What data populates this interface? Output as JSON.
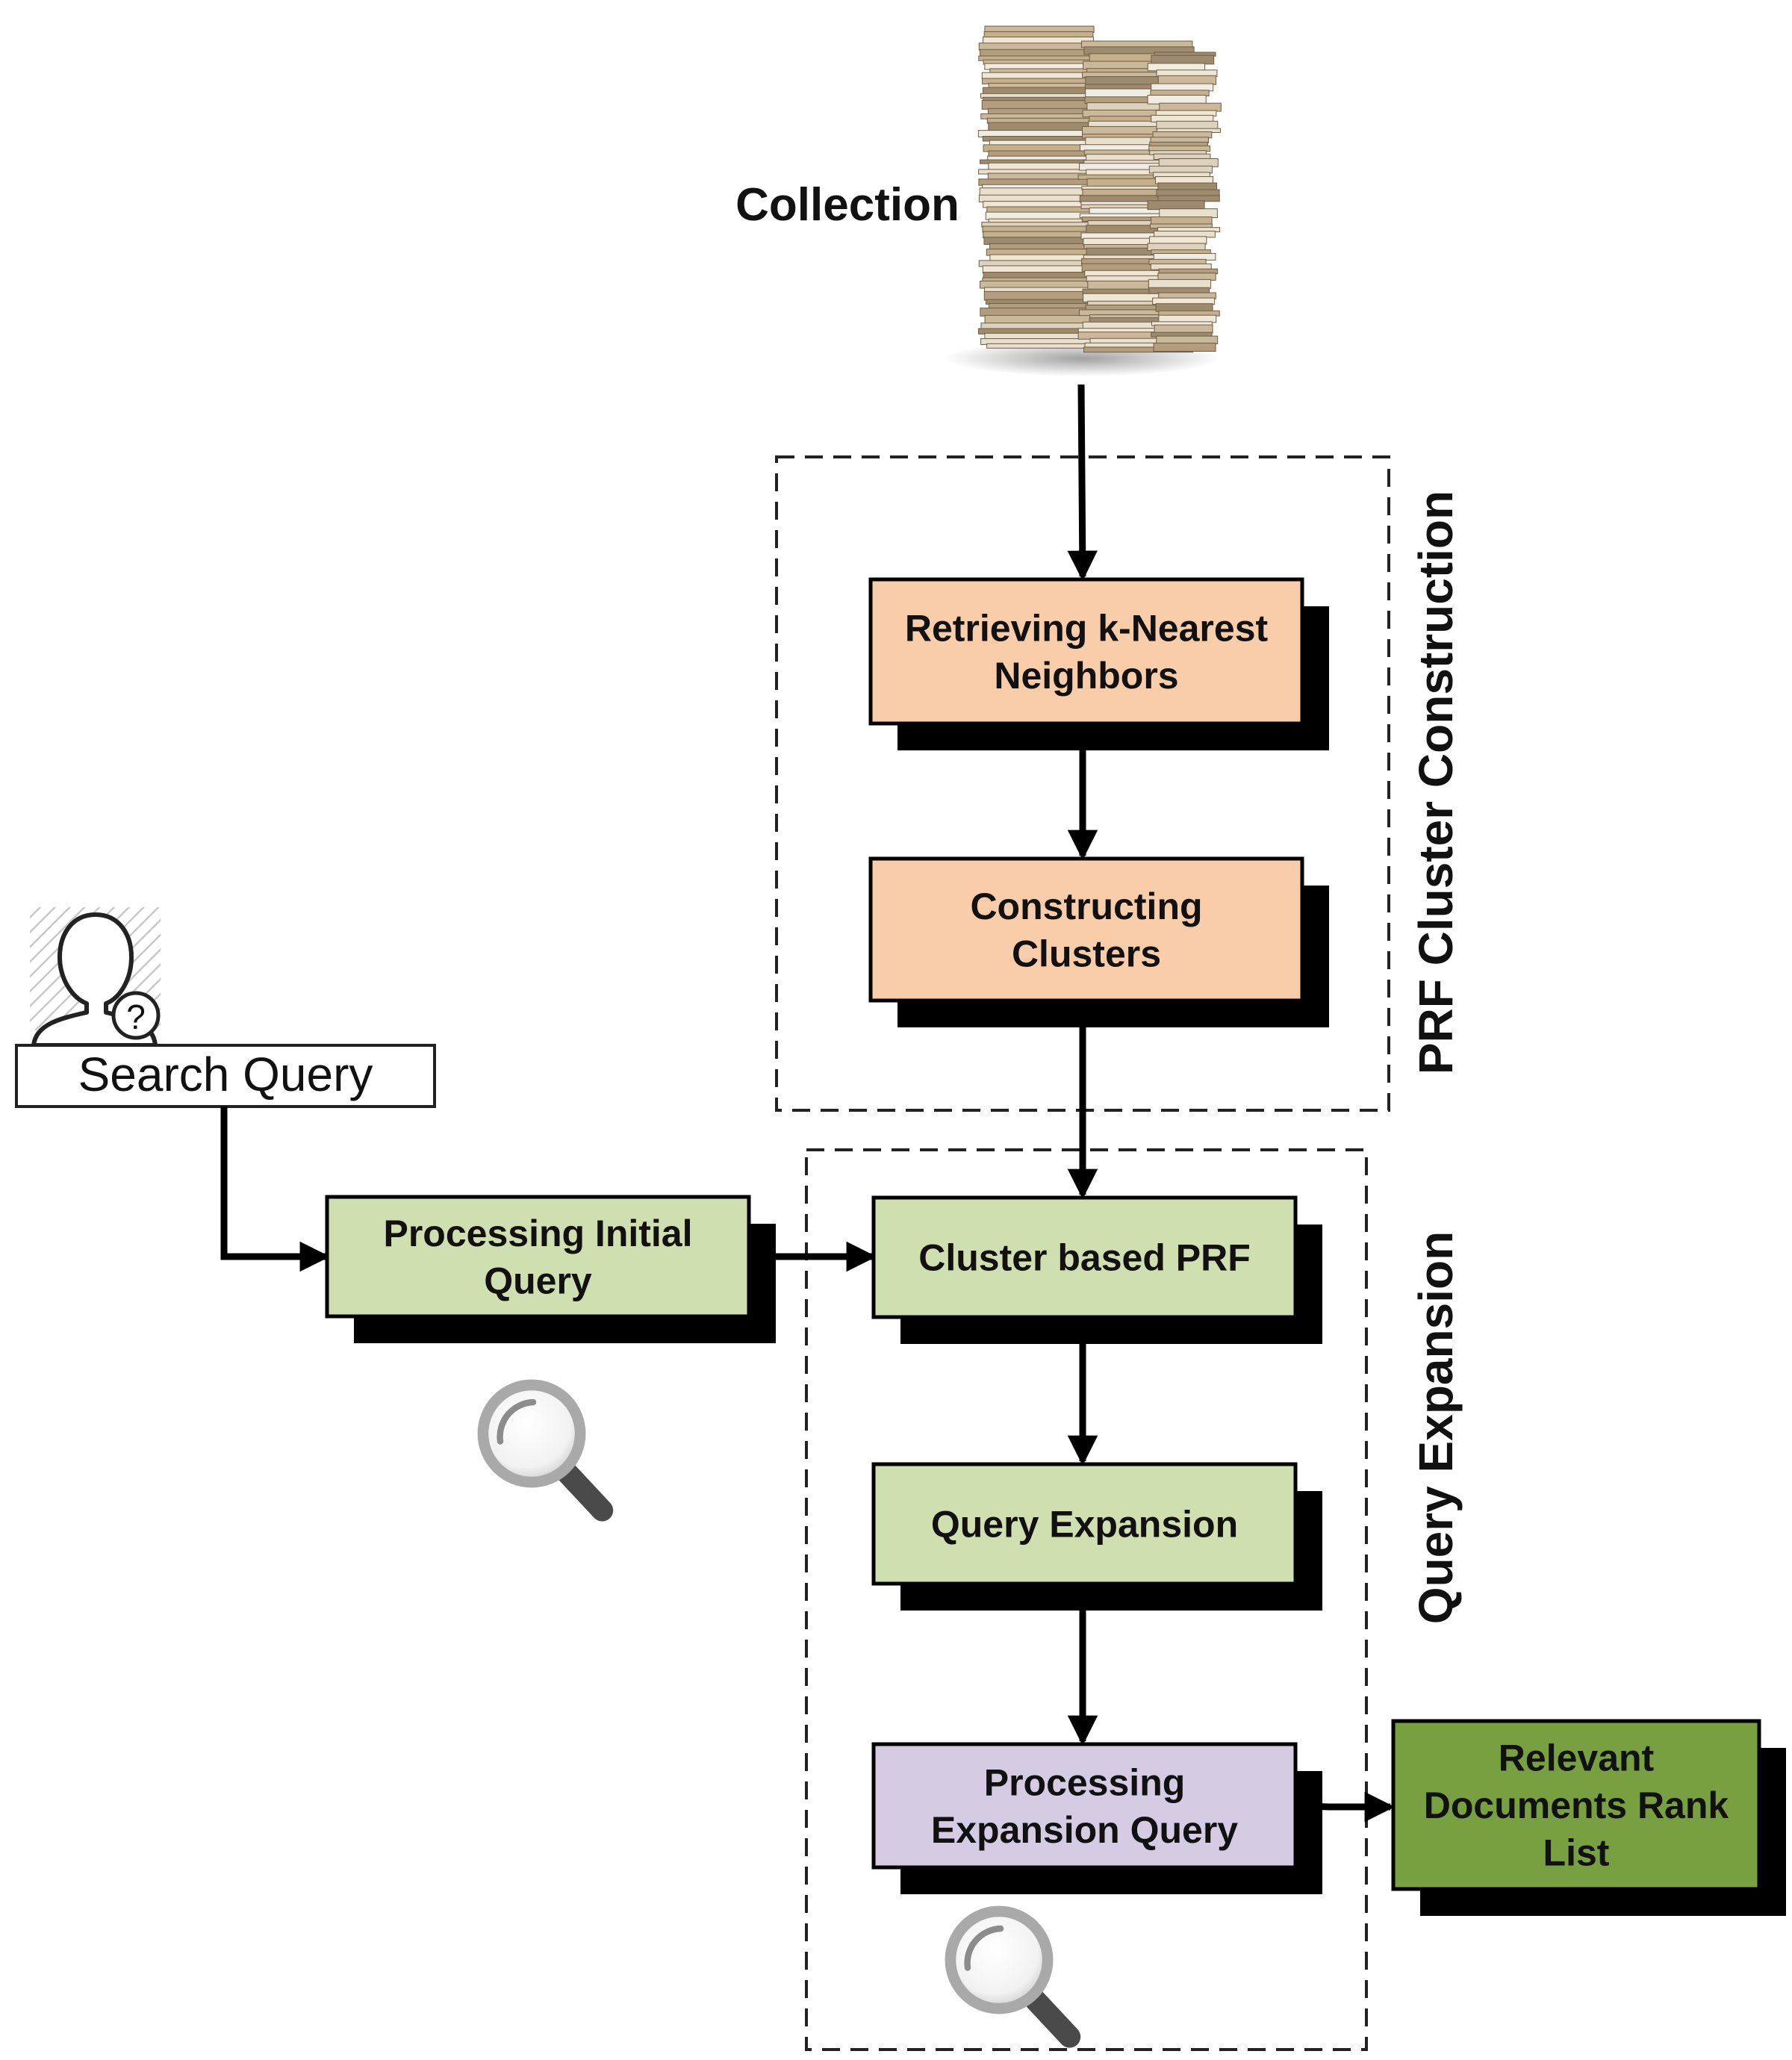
{
  "collection": {
    "label": "Collection",
    "icon": "document-stack-icon"
  },
  "groups": {
    "cluster_construction": "PRF Cluster Construction",
    "query_expansion": "Query Expansion"
  },
  "search_query": {
    "label": "Search Query",
    "icon": "user-question-icon"
  },
  "nodes": {
    "retrieving_knn": [
      "Retrieving k-Nearest",
      "Neighbors"
    ],
    "constructing_clusters": [
      "Constructing",
      "Clusters"
    ],
    "processing_initial_query": [
      "Processing Initial",
      "Query"
    ],
    "cluster_based_prf": [
      "Cluster based PRF"
    ],
    "query_expansion": [
      "Query Expansion"
    ],
    "processing_expansion_query": [
      "Processing",
      "Expansion Query"
    ],
    "relevant_documents": [
      "Relevant",
      "Documents Rank",
      "List"
    ]
  },
  "colors": {
    "orange": "#f9ccaa",
    "light_green": "#cfdfb0",
    "lavender": "#d5cce3",
    "dark_green": "#78a040",
    "shadow": "#000000",
    "line": "#000000"
  },
  "icons": {
    "magnifier": "magnifier-icon"
  }
}
